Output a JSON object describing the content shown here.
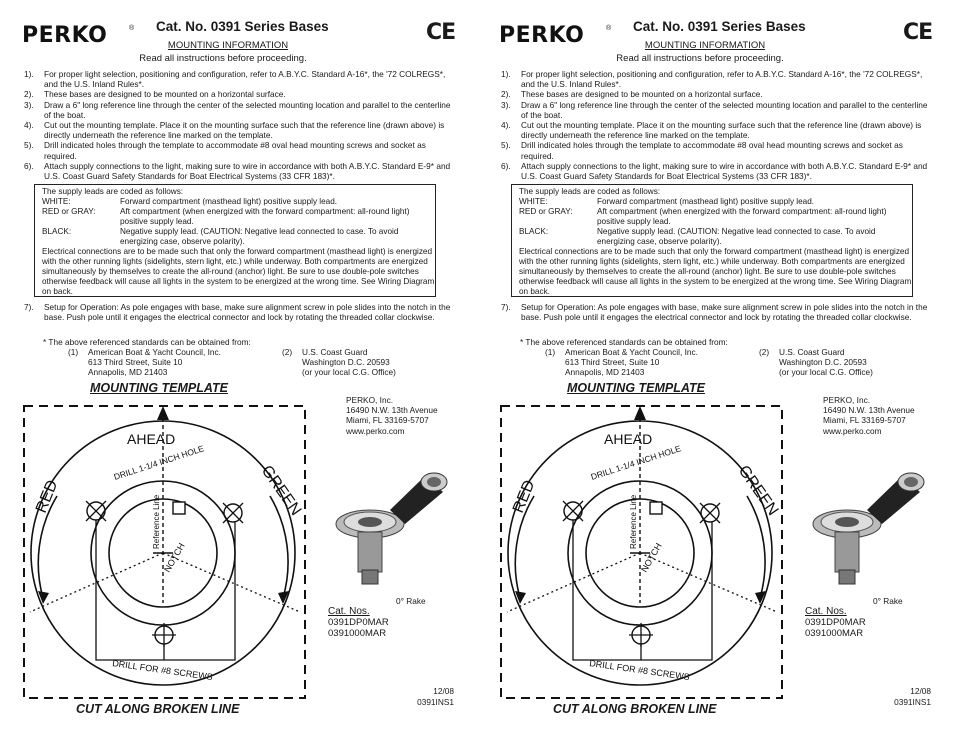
{
  "header": {
    "logo_text": "PERKO",
    "logo_reg": "®",
    "title": "Cat. No. 0391 Series Bases",
    "ce_mark": "CE",
    "subtitle": "MOUNTING INFORMATION",
    "read_note": "Read all instructions before proceeding."
  },
  "steps": [
    {
      "num": "1).",
      "text": "For proper light selection, positioning and configuration, refer to A.B.Y.C. Standard A-16*, the '72 COLREGS*, and the U.S. Inland Rules*."
    },
    {
      "num": "2).",
      "text": "These bases are designed to be mounted on a horizontal surface."
    },
    {
      "num": "3).",
      "text": "Draw a 6\" long reference line through the center of the selected mounting location and parallel to the centerline of the boat."
    },
    {
      "num": "4).",
      "text": "Cut out the mounting template.  Place it on the mounting surface such that the reference line (drawn above) is directly underneath the reference line marked on the template."
    },
    {
      "num": "5).",
      "text": "Drill indicated holes through the template to accommodate #8 oval head mounting screws and socket as required."
    },
    {
      "num": "6).",
      "text": "Attach supply connections to the light, making sure to wire in accordance with both A.B.Y.C. Standard E-9* and U.S. Coast Guard Safety Standards for Boat Electrical Systems (33 CFR 183)*."
    }
  ],
  "wiring": {
    "intro": "The supply leads are coded as follows:",
    "rows": [
      {
        "key": "WHITE:",
        "value": "Forward compartment (masthead light) positive supply lead."
      },
      {
        "key": "RED or GRAY:",
        "value": "Aft compartment (when energized with the forward compartment: all-round light) positive supply lead."
      },
      {
        "key": "BLACK:",
        "value": "Negative supply lead. (CAUTION: Negative lead connected to case. To avoid energizing case, observe polarity)."
      }
    ],
    "note": "Electrical connections are to be made such that only the forward compartment (masthead light) is energized with the other running lights (sidelights, stern light, etc.) while underway. Both compartments are energized simultaneously by themselves to create the all-round (anchor) light. Be sure to use double-pole switches otherwise feedback will cause all lights in the system to be energized at the wrong time. See Wiring Diagram on back."
  },
  "step7": {
    "num": "7).",
    "text": "Setup for Operation: As pole engages with base, make sure alignment screw in pole slides into the notch in the base.  Push pole until it engages the electrical connector and lock by rotating the threaded collar clockwise."
  },
  "standards": {
    "note": "* The above referenced standards can be obtained from:",
    "addr1": {
      "num": "(1)",
      "lines": [
        "American Boat & Yacht Council, Inc.",
        "613 Third Street, Suite 10",
        "Annapolis, MD 21403"
      ]
    },
    "addr2": {
      "num": "(2)",
      "lines": [
        "U.S. Coast Guard",
        "Washington D.C. 20593",
        "(or your local C.G. Office)"
      ]
    }
  },
  "template": {
    "heading": "MOUNTING TEMPLATE",
    "ahead": "AHEAD",
    "red": "RED",
    "green": "GREEN",
    "drill_hole": "DRILL 1-1/4 INCH HOLE",
    "reference": "Reference Line",
    "notch": "NOTCH",
    "drill_screws": "DRILL FOR #8 SCREWS",
    "cut_line": "CUT ALONG BROKEN LINE"
  },
  "company": {
    "lines": [
      "PERKO, Inc.",
      "16490 N.W. 13th Avenue",
      "Miami, FL  33169-5707",
      "www.perko.com"
    ]
  },
  "product": {
    "rake": "0° Rake",
    "cat_heading": "Cat. Nos.",
    "cat_numbers": [
      "0391DP0MAR",
      "0391000MAR"
    ]
  },
  "footer": {
    "date": "12/08",
    "code": "0391INS1"
  }
}
